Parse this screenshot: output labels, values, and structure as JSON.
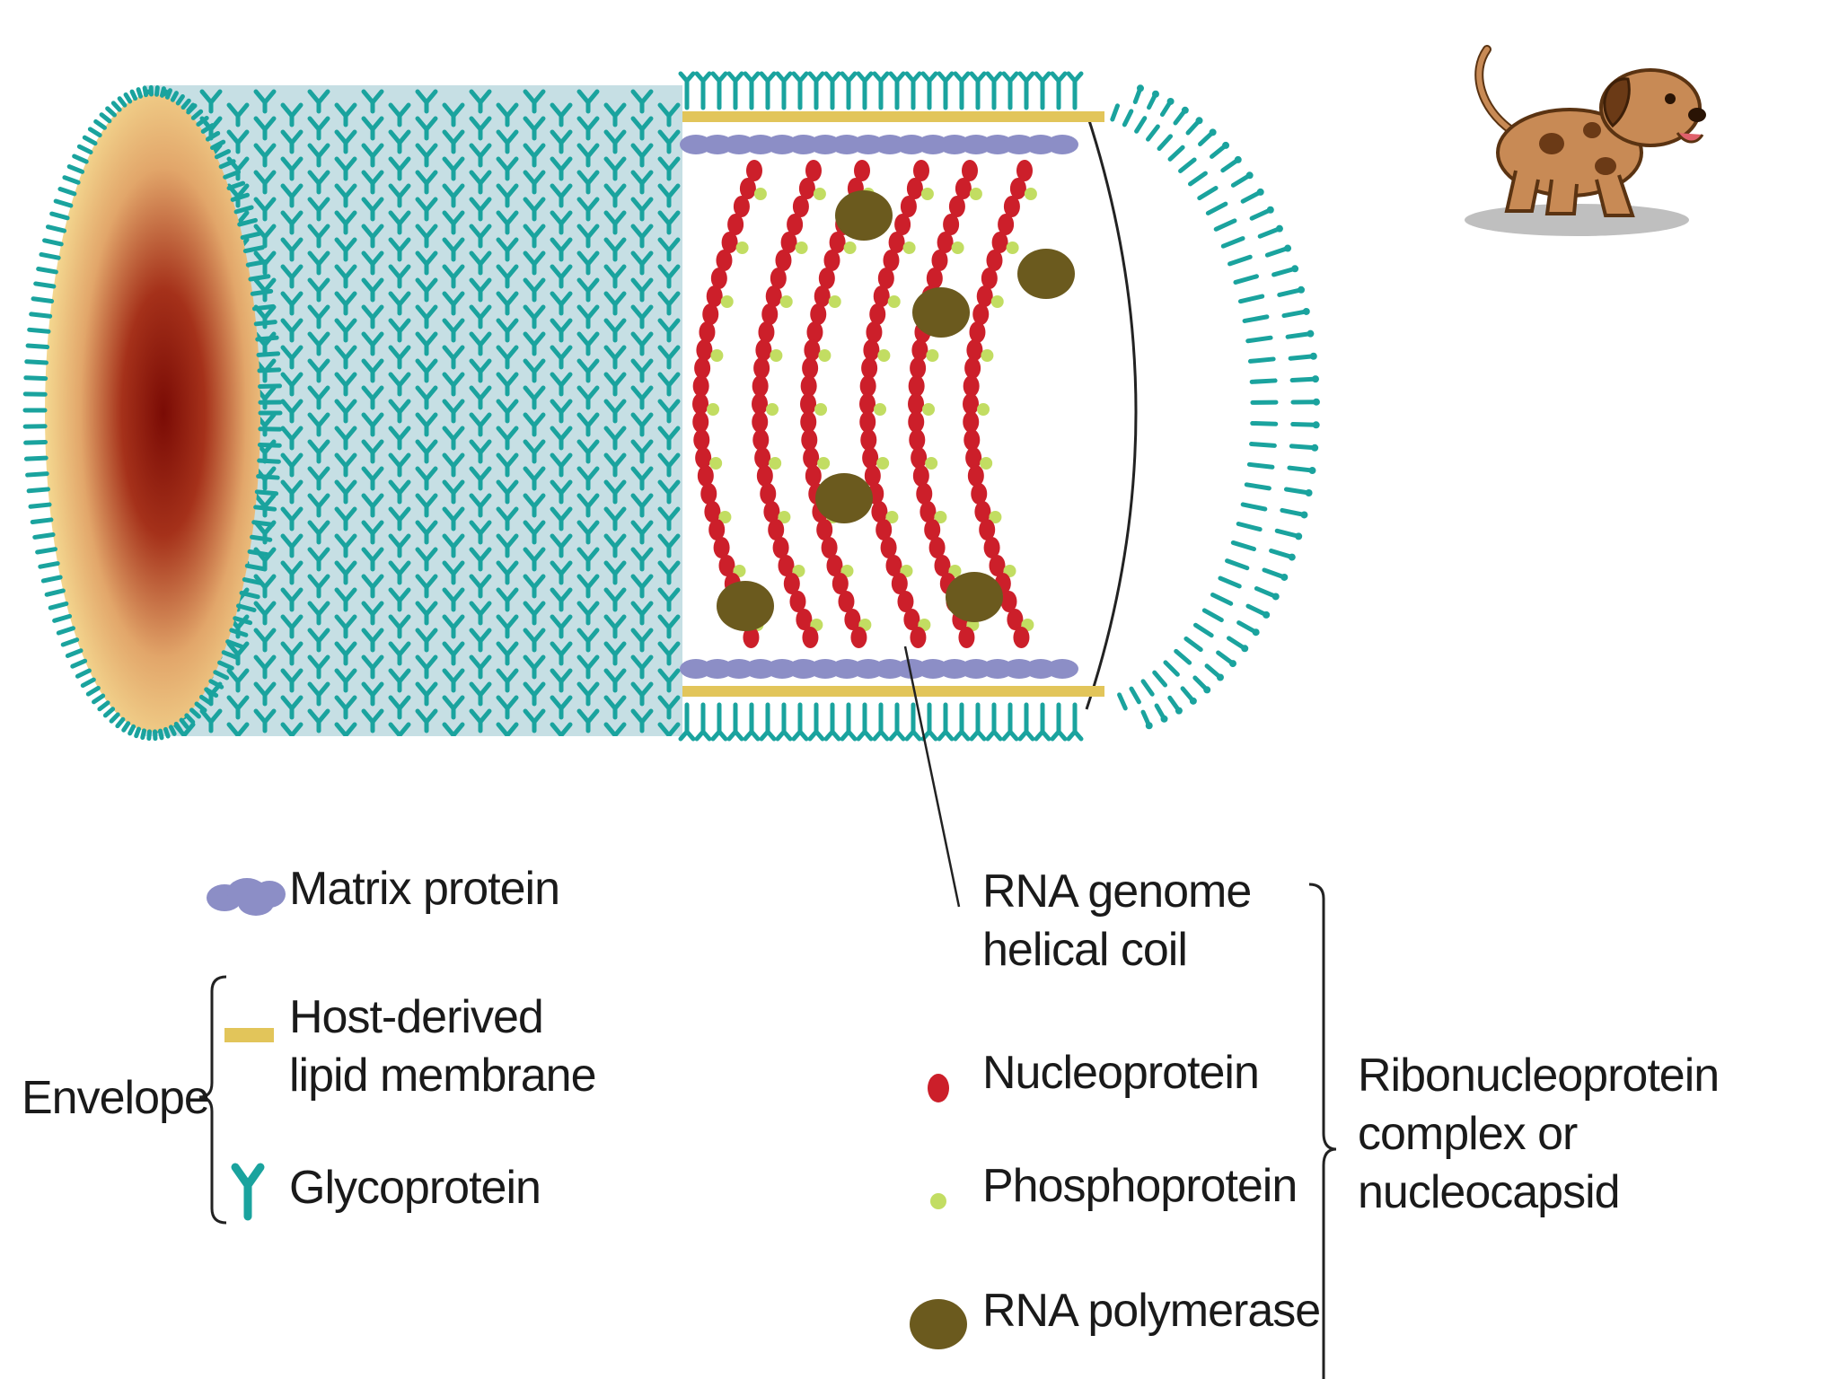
{
  "colors": {
    "glycoprotein": "#1aa39e",
    "lattice_bg": "#c6dfe4",
    "matrix_protein": "#8c8ec6",
    "lipid_membrane": "#e2c55a",
    "nucleoprotein": "#cc1f2a",
    "phosphoprotein": "#c2dd62",
    "rna_polymerase": "#6b5a1e",
    "envelope_center": "#7a0b05",
    "envelope_edge": "#f4d890",
    "text": "#1a1a1a"
  },
  "icons": {
    "mascot": "puppy-icon",
    "matrix": "matrix-protein-icon",
    "lipid": "lipid-membrane-icon",
    "glyco": "glycoprotein-icon",
    "nucleo": "nucleoprotein-icon",
    "phospho": "phosphoprotein-icon",
    "polymerase": "rna-polymerase-icon"
  },
  "legend": {
    "matrix_protein": "Matrix protein",
    "host_derived": "Host-derived",
    "lipid_membrane": "lipid membrane",
    "glycoprotein": "Glycoprotein",
    "envelope": "Envelope",
    "rna_genome": "RNA genome",
    "helical_coil": "helical coil",
    "nucleoprotein": "Nucleoprotein",
    "phosphoprotein": "Phosphoprotein",
    "rna_polymerase": "RNA polymerase",
    "rnp_line1": "Ribonucleoprotein",
    "rnp_line2": "complex or",
    "rnp_line3": "nucleocapsid"
  }
}
